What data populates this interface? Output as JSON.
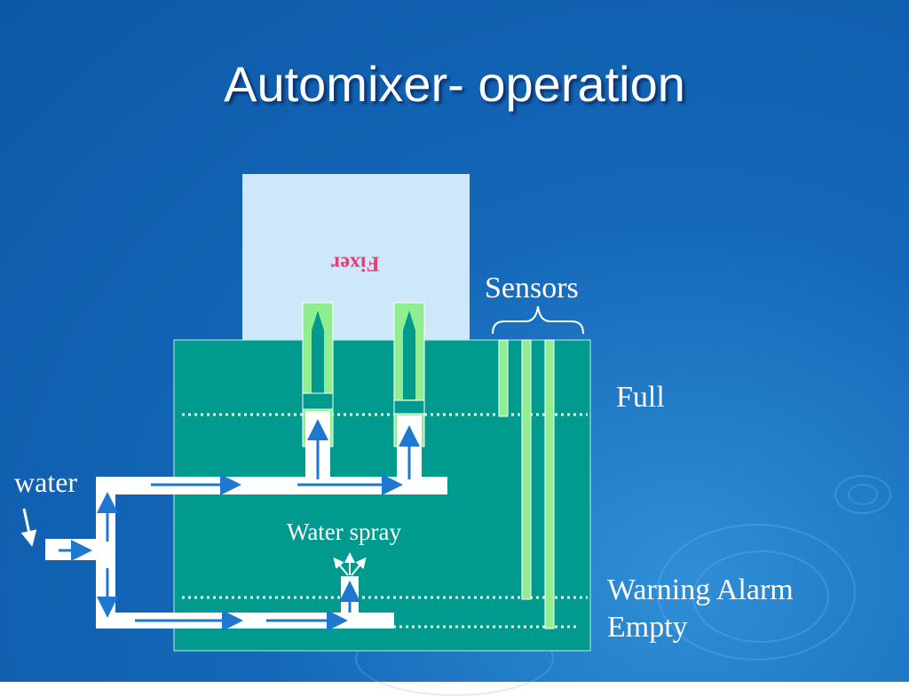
{
  "title": "Automixer- operation",
  "labels": {
    "fixer": "Fixer",
    "sensors": "Sensors",
    "full": "Full",
    "water": "water",
    "water_spray": "Water spray",
    "warning_alarm": "Warning Alarm",
    "empty": "Empty"
  },
  "colors": {
    "background": "#1467b8",
    "tank": "#009a8e",
    "fixer_box": "#cde8fb",
    "sensor": "#90ee90",
    "arrow": "#1e78d0",
    "pipe": "#ffffff",
    "fixer_text": "#e0407a"
  }
}
